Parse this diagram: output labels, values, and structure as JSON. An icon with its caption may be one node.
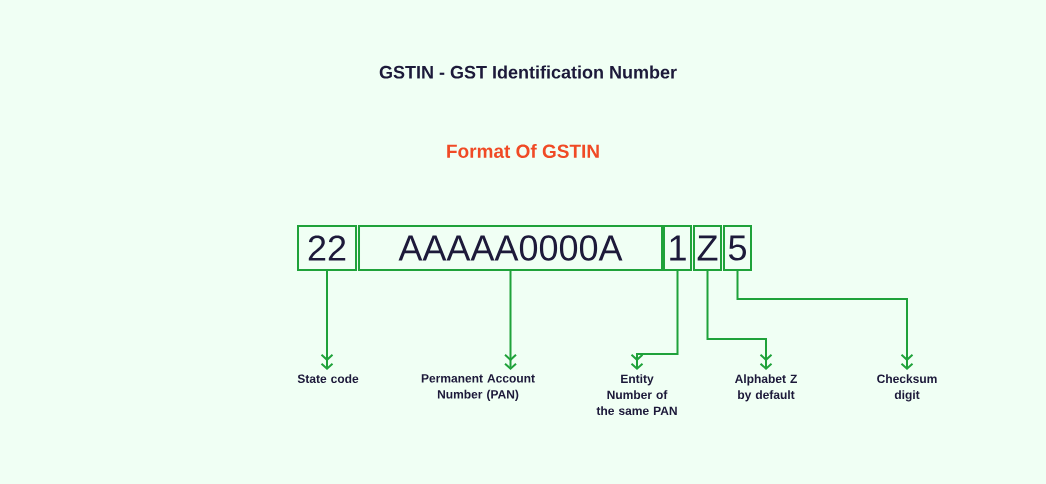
{
  "diagram": {
    "title": "GSTIN - GST Identification Number",
    "nodes": [
      {
        "text": [
          "22"
        ]
      },
      {
        "text": [
          "AAAAA0000A"
        ]
      },
      {
        "text": [
          "1"
        ]
      },
      {
        "text": [
          "Z"
        ]
      },
      {
        "text": [
          "5"
        ]
      },
      {
        "text": [
          "State code"
        ]
      },
      {
        "text": [
          "Permanent Account Number (PAN)"
        ]
      },
      {
        "text": [
          "Entity Number of the same PAN"
        ]
      },
      {
        "text": [
          "Alphabet Z by default"
        ]
      },
      {
        "text": [
          "Checksum digit"
        ]
      }
    ],
    "edges": [
      {
        "from": 0,
        "to": 5,
        "arrow": "to"
      },
      {
        "from": 1,
        "to": 6,
        "arrow": "to"
      },
      {
        "from": 2,
        "to": 7,
        "arrow": "to"
      },
      {
        "from": 3,
        "to": 8,
        "arrow": "to"
      },
      {
        "from": 4,
        "to": 9,
        "arrow": "to"
      }
    ],
    "labels": [
      "Format Of GSTIN"
    ]
  }
}
